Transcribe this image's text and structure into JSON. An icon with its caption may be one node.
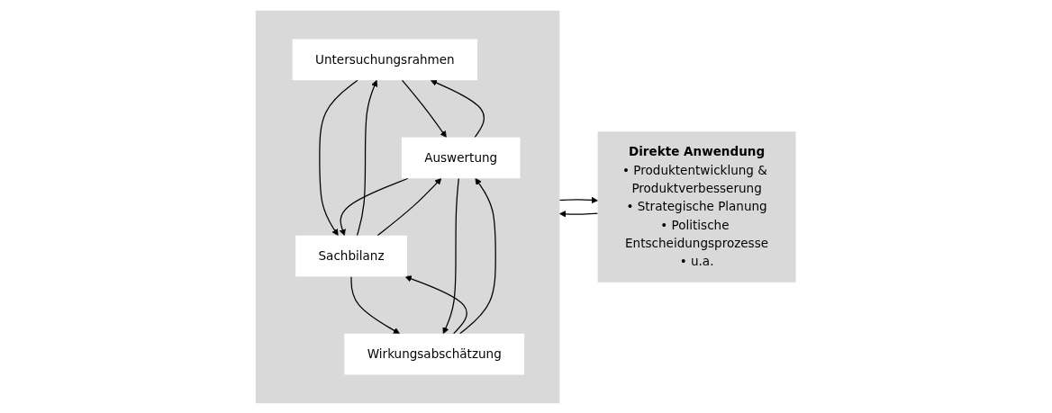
{
  "diagram": {
    "nodes": [
      {
        "text": [],
        "shape": "box"
      },
      {
        "text": [
          "Untersuchungsrahmen"
        ],
        "in": 0
      },
      {
        "text": [
          "Sachbilanz"
        ],
        "in": 0
      },
      {
        "text": [
          "Wirkungsabschätzung"
        ],
        "in": 0
      },
      {
        "text": [
          "Auswertung"
        ],
        "in": 0
      },
      {
        "text": [
          "Direkte Anwendung",
          "• Produktentwicklung & Produktverbesserung",
          "• Strategische Planung",
          "• Politische Entscheidungsprozesse",
          "• u.a."
        ]
      }
    ],
    "edges": [
      {
        "from": 1,
        "to": 4,
        "arrow": "to"
      },
      {
        "from": 4,
        "to": 1,
        "arrow": "to"
      },
      {
        "from": 1,
        "to": 2,
        "arrow": "to"
      },
      {
        "from": 2,
        "to": 1,
        "arrow": "to"
      },
      {
        "from": 2,
        "to": 4,
        "arrow": "to"
      },
      {
        "from": 4,
        "to": 2,
        "arrow": "to"
      },
      {
        "from": 2,
        "to": 3,
        "arrow": "to"
      },
      {
        "from": 3,
        "to": 2,
        "arrow": "to"
      },
      {
        "from": 3,
        "to": 4,
        "arrow": "to"
      },
      {
        "from": 4,
        "to": 3,
        "arrow": "to"
      },
      {
        "from": 0,
        "to": 5,
        "arrow": "to"
      },
      {
        "from": 5,
        "to": 0,
        "arrow": "to"
      }
    ]
  }
}
